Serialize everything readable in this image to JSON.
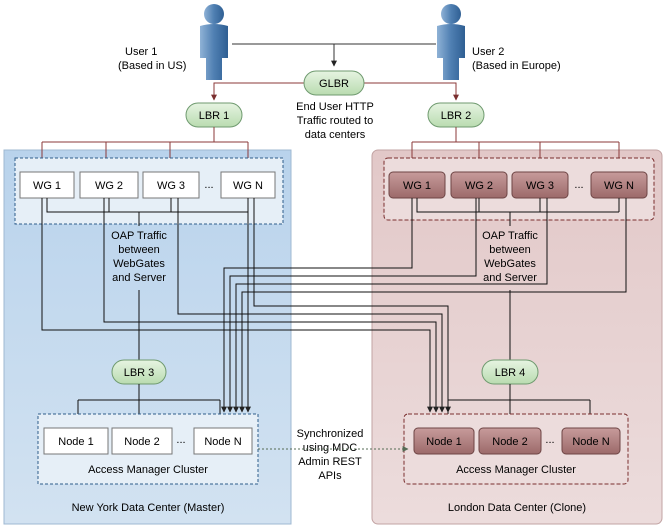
{
  "users": {
    "user1": {
      "name": "User 1",
      "location": "(Based in US)"
    },
    "user2": {
      "name": "User 2",
      "location": "(Based in Europe)"
    }
  },
  "glbr": "GLBR",
  "traffic_note": [
    "End User HTTP",
    "Traffic routed to",
    "data centers"
  ],
  "ny": {
    "lbr_top": "LBR 1",
    "webgates": [
      "WG 1",
      "WG 2",
      "WG 3",
      "WG N"
    ],
    "ellipsis": "...",
    "oap_note": [
      "OAP Traffic",
      "between",
      "WebGates",
      "and Server"
    ],
    "lbr_bottom": "LBR 3",
    "nodes": [
      "Node 1",
      "Node 2",
      "Node N"
    ],
    "cluster": "Access Manager Cluster",
    "datacenter": "New York Data Center (Master)"
  },
  "london": {
    "lbr_top": "LBR 2",
    "webgates": [
      "WG 1",
      "WG 2",
      "WG 3",
      "WG N"
    ],
    "ellipsis": "...",
    "oap_note": [
      "OAP Traffic",
      "between",
      "WebGates",
      "and Server"
    ],
    "lbr_bottom": "LBR 4",
    "nodes": [
      "Node 1",
      "Node 2",
      "Node N"
    ],
    "cluster": "Access Manager Cluster",
    "datacenter": "London Data Center (Clone)"
  },
  "sync_note": [
    "Synchronized",
    "using MDC",
    "Admin REST",
    "APIs"
  ],
  "colors": {
    "ny_bg": "#c7dcef",
    "london_bg": "#e6d0d0",
    "lbr_fill": "#cfe8c8",
    "london_box": "#a87777"
  }
}
